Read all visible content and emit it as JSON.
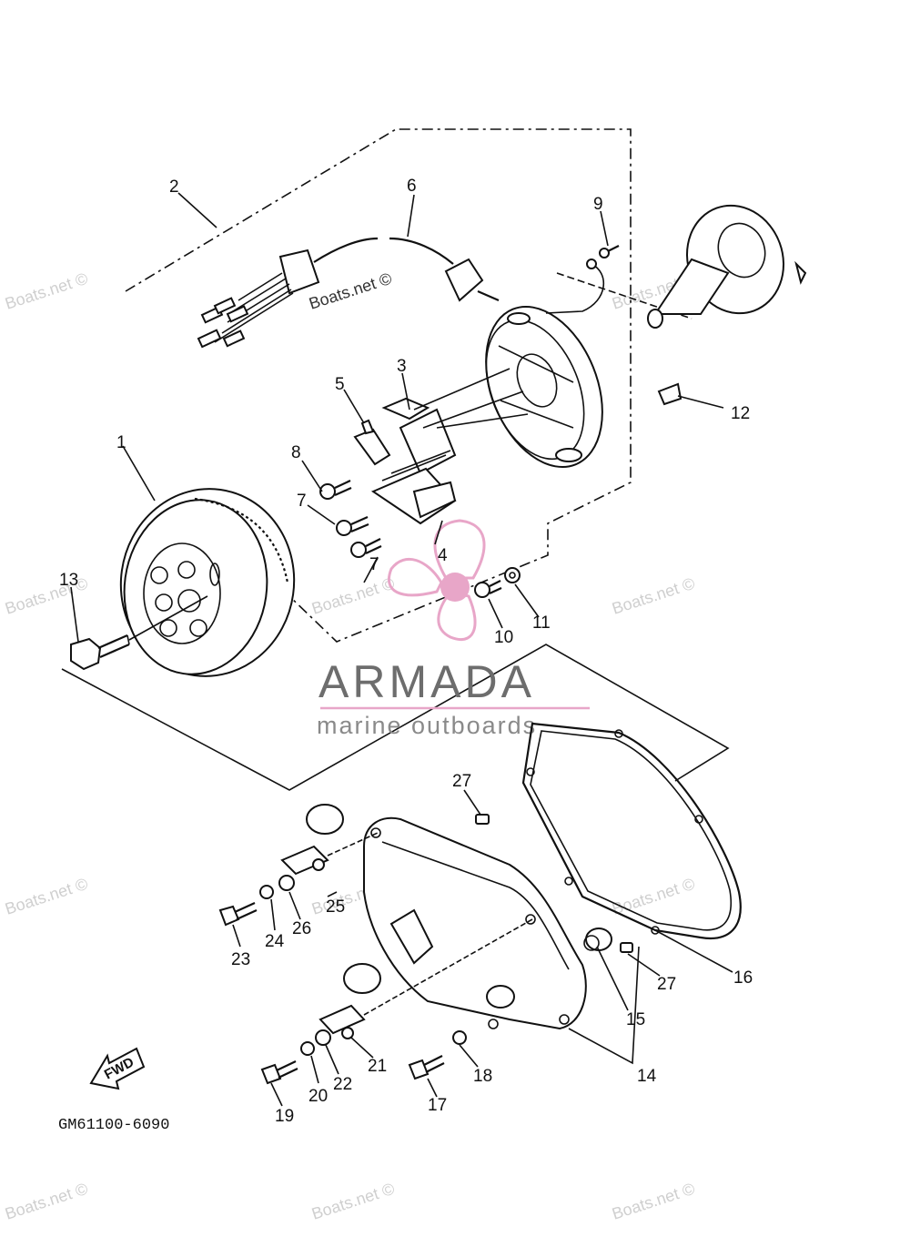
{
  "diagram": {
    "code": "GM61100-6090",
    "fwd_label": "FWD",
    "watermark": "Boats.net ©",
    "brand": {
      "name": "ARMADA",
      "tagline": "marine outboards",
      "accent": "#e8a6c8",
      "text_color": "#6d6d6d"
    },
    "callouts": {
      "c1": "1",
      "c2": "2",
      "c3": "3",
      "c4": "4",
      "c5": "5",
      "c6": "6",
      "c7a": "7",
      "c7b": "7",
      "c8": "8",
      "c9": "9",
      "c10": "10",
      "c11": "11",
      "c12": "12",
      "c13": "13",
      "c14": "14",
      "c15": "15",
      "c16": "16",
      "c17": "17",
      "c18": "18",
      "c19": "19",
      "c20": "20",
      "c21": "21",
      "c22": "22",
      "c23": "23",
      "c24": "24",
      "c25": "25",
      "c26": "26",
      "c27a": "27",
      "c27b": "27"
    }
  }
}
